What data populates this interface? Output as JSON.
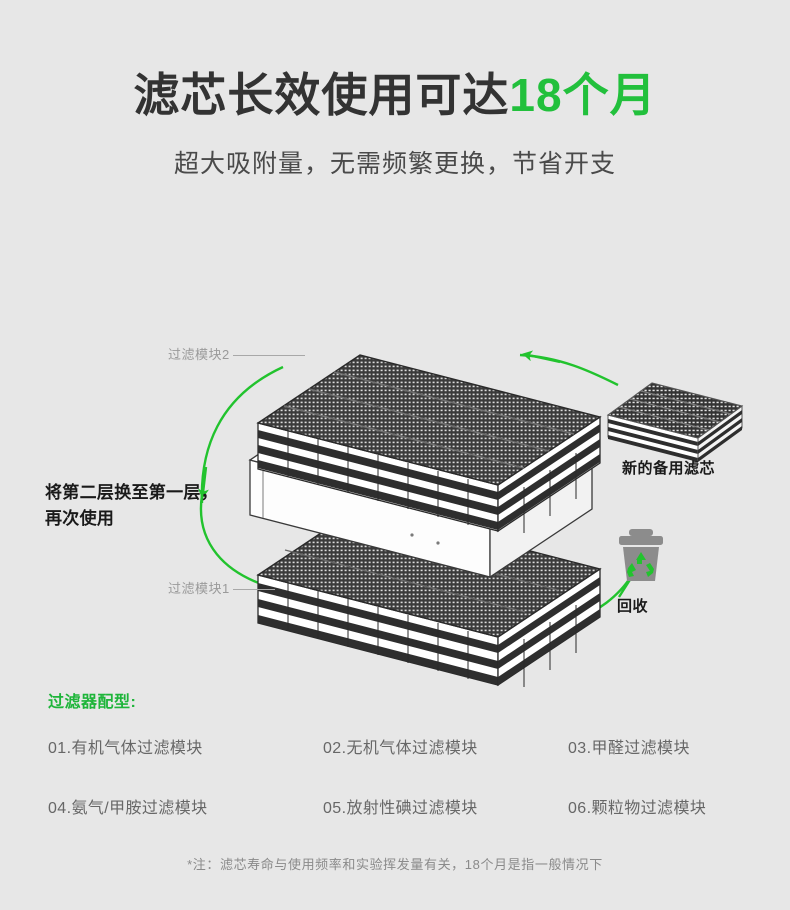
{
  "header": {
    "headline_main": "滤芯长效使用可达",
    "headline_accent": "18个月",
    "subheadline": "超大吸附量，无需频繁更换，节省开支"
  },
  "diagram": {
    "label_module_2": "过滤模块2",
    "label_module_1": "过滤模块1",
    "instruction_line_1": "将第二层换至第一层，",
    "instruction_line_2": "再次使用",
    "caption_spare": "新的备用滤芯",
    "caption_recycle": "回收",
    "recycle_icon": "recycle-bin-icon"
  },
  "config": {
    "title": "过滤器配型:",
    "items": [
      "01.有机气体过滤模块",
      "02.无机气体过滤模块",
      "03.甲醛过滤模块",
      "04.氨气/甲胺过滤模块",
      "05.放射性碘过滤模块",
      "06.颗粒物过滤模块"
    ]
  },
  "footnote": "*注：滤芯寿命与使用频率和实验挥发量有关，18个月是指一般情况下",
  "colors": {
    "background": "#e7e7e7",
    "accent_green": "#22c03c",
    "config_green": "#1eb53a",
    "arrow_green": "#22c32e",
    "headline_dark": "#333333",
    "body_gray": "#676767",
    "leader_gray": "#9a9a9a",
    "bin_gray": "#8c8c8c"
  }
}
